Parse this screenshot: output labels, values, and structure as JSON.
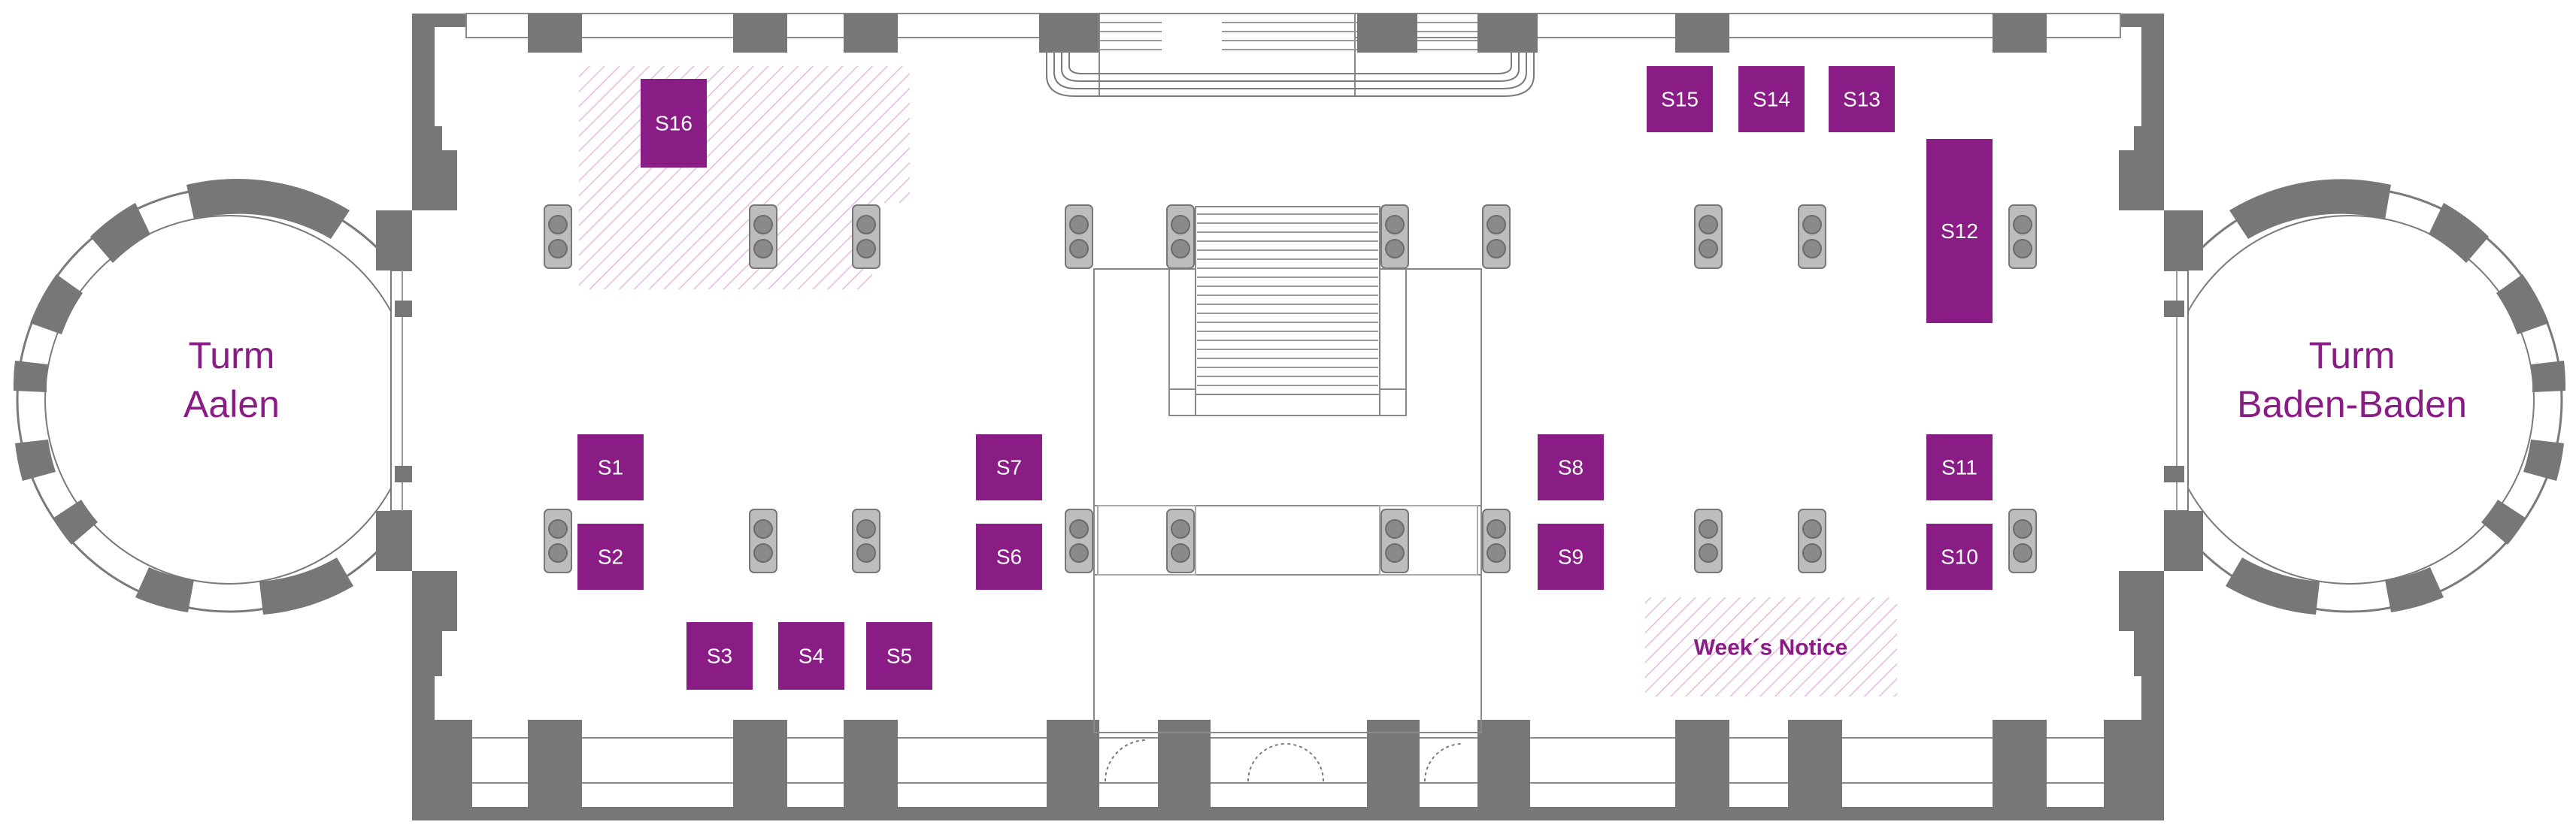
{
  "colors": {
    "accent": "#8a1c86",
    "hatch": "#e7b9e4",
    "wall": "#777777"
  },
  "towers": {
    "left": {
      "line1": "Turm",
      "line2": "Aalen"
    },
    "right": {
      "line1": "Turm",
      "line2": "Baden-Baden"
    }
  },
  "notice": {
    "label": "Week´s Notice"
  },
  "stands": [
    {
      "id": "s1",
      "label": "S1"
    },
    {
      "id": "s2",
      "label": "S2"
    },
    {
      "id": "s3",
      "label": "S3"
    },
    {
      "id": "s4",
      "label": "S4"
    },
    {
      "id": "s5",
      "label": "S5"
    },
    {
      "id": "s6",
      "label": "S6"
    },
    {
      "id": "s7",
      "label": "S7"
    },
    {
      "id": "s8",
      "label": "S8"
    },
    {
      "id": "s9",
      "label": "S9"
    },
    {
      "id": "s10",
      "label": "S10"
    },
    {
      "id": "s11",
      "label": "S11"
    },
    {
      "id": "s12",
      "label": "S12"
    },
    {
      "id": "s13",
      "label": "S13"
    },
    {
      "id": "s14",
      "label": "S14"
    },
    {
      "id": "s15",
      "label": "S15"
    },
    {
      "id": "s16",
      "label": "S16"
    }
  ]
}
